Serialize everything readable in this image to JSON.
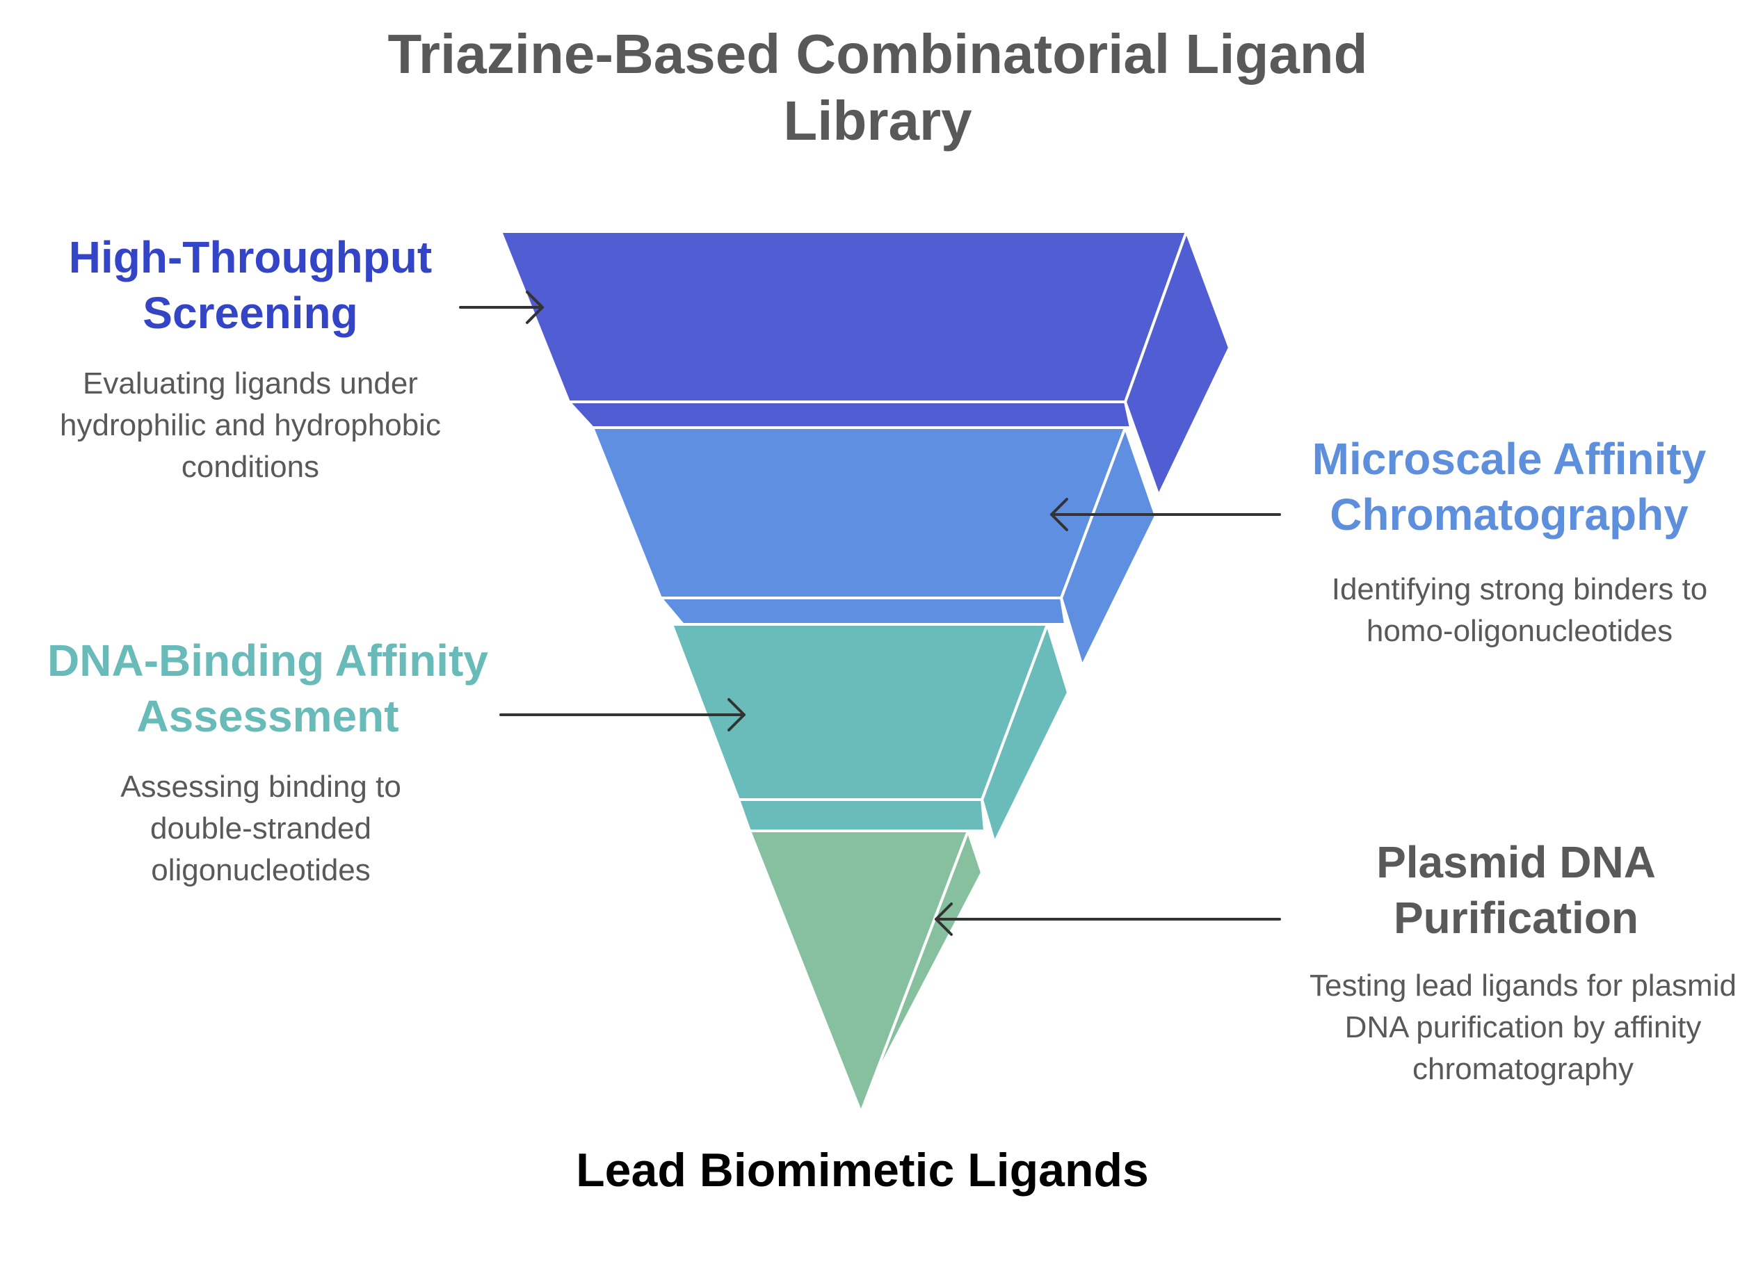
{
  "title": "Triazine-Based Combinatorial Ligand Library",
  "result": "Lead Biomimetic Ligands",
  "colors": {
    "title": "#595959",
    "description": "#595959",
    "arrow": "#333333",
    "result": "#000000"
  },
  "stages": [
    {
      "title": "High-Throughput Screening",
      "description": "Evaluating ligands under hydrophilic and hydrophobic conditions",
      "color": "#505DD3",
      "title_color": "#3344C6",
      "side": "left"
    },
    {
      "title": "Microscale Affinity Chromatography",
      "description": "Identifying strong binders to homo-oligonucleotides",
      "color": "#5F8FE1",
      "title_color": "#5E8FDC",
      "side": "right"
    },
    {
      "title": "DNA-Binding Affinity Assessment",
      "description": "Assessing binding to double-stranded oligonucleotides",
      "color": "#6ABCBB",
      "title_color": "#68BBB9",
      "side": "left"
    },
    {
      "title": "Plasmid DNA Purification",
      "description": "Testing lead ligands for plasmid DNA purification by affinity chromatography",
      "color": "#86C09E",
      "title_color": "#595959",
      "side": "right"
    }
  ]
}
